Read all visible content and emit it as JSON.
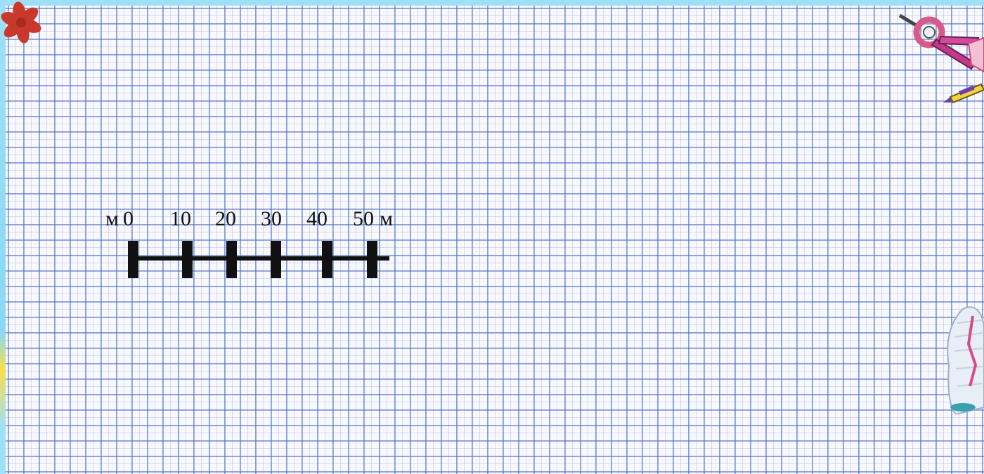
{
  "scale_bar": {
    "unit_left": "м",
    "unit_right": "м",
    "ticks": [
      "0",
      "10",
      "20",
      "30",
      "40",
      "50"
    ]
  },
  "decorations": {
    "flower_icon": "red-flower-icon",
    "tools_icon": "compass-and-pencil-icon",
    "character_icon": "cartoon-character-icon"
  },
  "colors": {
    "border": "#8fd6f2",
    "paper": "#f7f9ff",
    "grid": "#506ec8",
    "scale": "#111111",
    "flower": "#c8392b"
  }
}
